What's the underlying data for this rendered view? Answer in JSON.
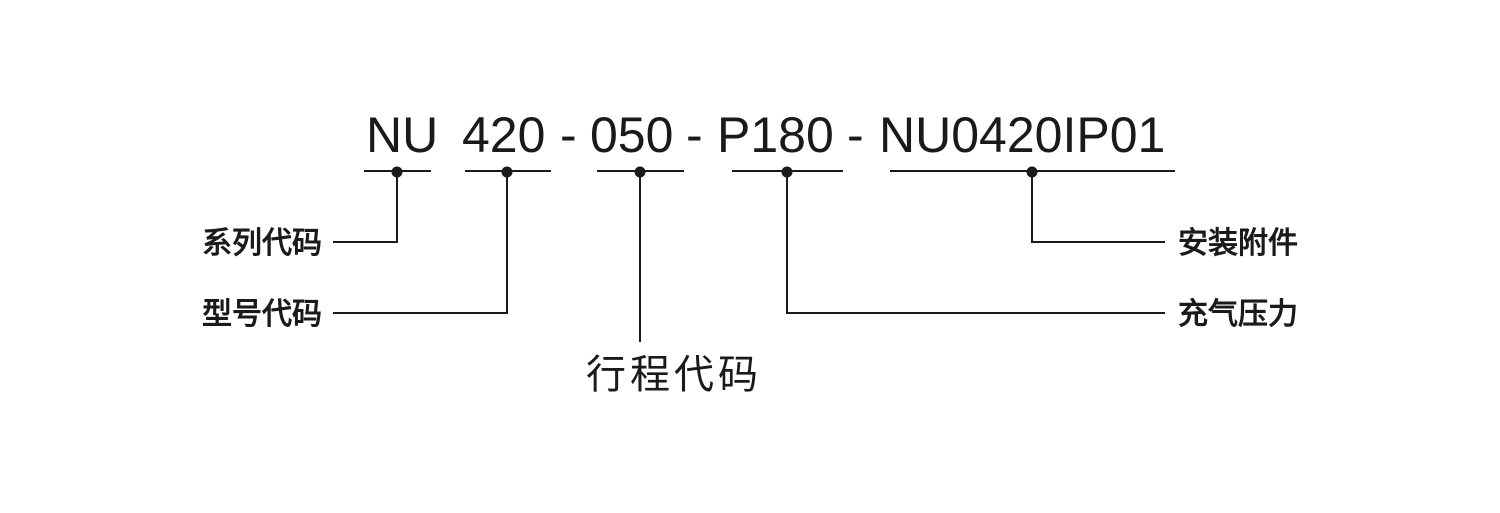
{
  "model_code": {
    "series": "NU",
    "model": "420",
    "sep1": "-",
    "stroke": "050",
    "sep2": "-",
    "pressure": "P180",
    "sep3": "-",
    "accessory": "NU0420IP01"
  },
  "labels": {
    "series_code": "系列代码",
    "model_code": "型号代码",
    "stroke_code": "行程代码",
    "mounting_accessory": "安装附件",
    "charge_pressure": "充气压力"
  }
}
